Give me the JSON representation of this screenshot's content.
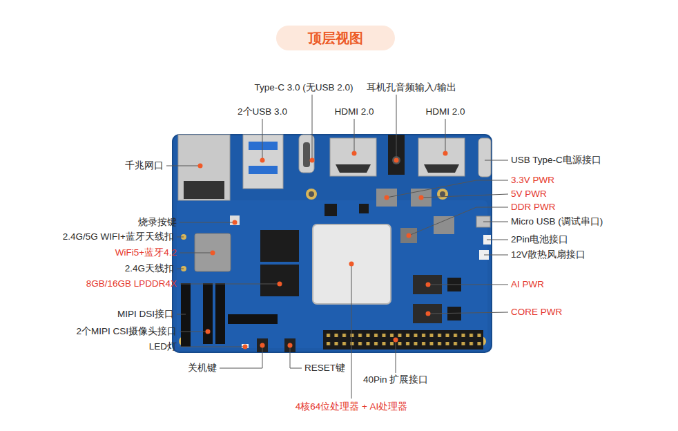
{
  "diagram": {
    "title": "顶层视图",
    "labels": [
      "Type-C 3.0 (无USB 2.0)",
      "耳机孔音频输入/输出",
      "2个USB 3.0",
      "HDMI 2.0",
      "HDMI 2.0",
      "千兆网口",
      "烧录按键",
      "2.4G/5G WIFI+蓝牙天线扣",
      "WiFi5+蓝牙4.2",
      "2.4G天线扣",
      "8GB/16GB LPDDR4X",
      "MIPI DSI接口",
      "2个MIPI CSI摄像头接口",
      "LED灯",
      "USB Type-C电源接口",
      "3.3V PWR",
      "5V PWR",
      "DDR PWR",
      "Micro USB (调试串口)",
      "2Pin电池接口",
      "12V散热风扇接口",
      "AI PWR",
      "CORE PWR",
      "关机键",
      "RESET键",
      "40Pin 扩展接口",
      "4核64位处理器 + AI处理器"
    ]
  }
}
